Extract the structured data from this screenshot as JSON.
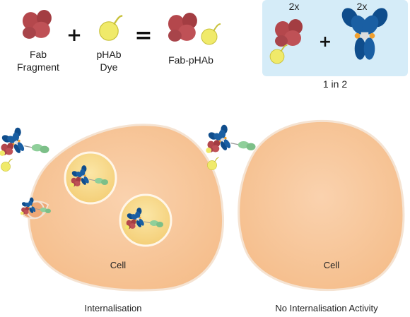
{
  "legend": {
    "fab_label_line1": "Fab",
    "fab_label_line2": "Fragment",
    "dye_label_line1": "pHAb",
    "dye_label_line2": "Dye",
    "conjugate_label": "Fab-pHAb",
    "plus_symbol": "+",
    "equals_symbol": "="
  },
  "ratio_box": {
    "left_count": "2x",
    "right_count": "2x",
    "plus_symbol": "+",
    "caption": "1 in 2"
  },
  "cells": [
    {
      "label": "Cell",
      "caption": "Internalisation"
    },
    {
      "label": "Cell",
      "caption": "No Internalisation Activity"
    }
  ],
  "colors": {
    "fab": "#b4474c",
    "dye": "#f0ea6a",
    "antibody": "#0f4d8c",
    "hinge_dot": "#f0a030",
    "target": "#8fcf9a",
    "cell": "#f8c79a",
    "ratio_box_bg": "#d5ecf8"
  }
}
